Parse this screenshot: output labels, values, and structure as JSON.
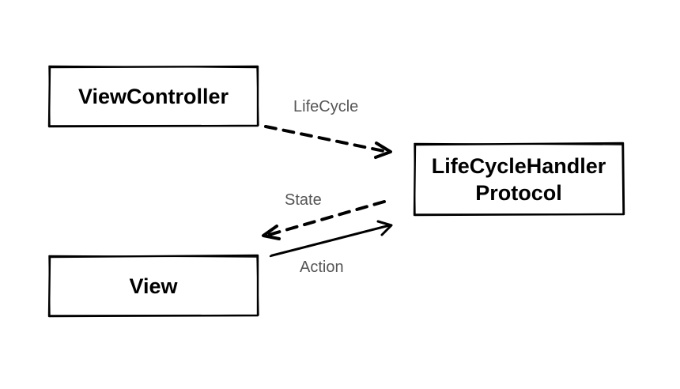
{
  "nodes": {
    "view_controller": {
      "label": "ViewController"
    },
    "view": {
      "label": "View"
    },
    "lifecycle_handler": {
      "line1": "LifeCycleHandler",
      "line2": "Protocol"
    }
  },
  "edges": {
    "lifecycle": {
      "label": "LifeCycle",
      "style": "dashed"
    },
    "state": {
      "label": "State",
      "style": "dashed"
    },
    "action": {
      "label": "Action",
      "style": "solid"
    }
  },
  "colors": {
    "stroke": "#000000",
    "node_text": "#000000",
    "edge_label": "#555555",
    "background": "#ffffff"
  }
}
